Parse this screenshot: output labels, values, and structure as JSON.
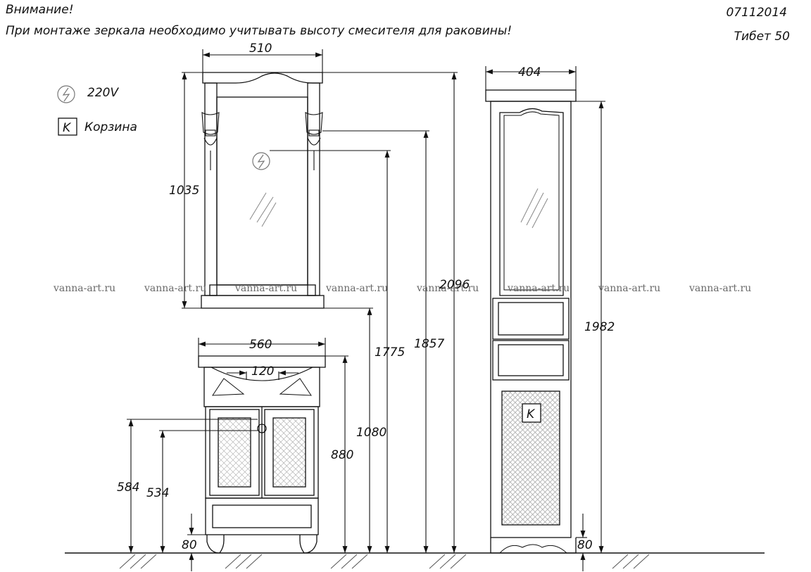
{
  "header": {
    "warning_title": "Внимание!",
    "warning_text": "При монтаже зеркала необходимо учитывать высоту смесителя для раковины!",
    "doc_code": "07112014",
    "model": "Тибет  50"
  },
  "legend": [
    {
      "icon": "power-outlet-icon",
      "label": "220V"
    },
    {
      "icon": "basket-icon",
      "symbol": "K",
      "label": "Корзина"
    }
  ],
  "watermark": "vanna-art.ru",
  "dimensions": {
    "mirror_width": "510",
    "mirror_height": "1035",
    "mirror_top": "2096",
    "lamp_height": "1857",
    "outlet_height": "1775",
    "vanity_width": "560",
    "faucet_offset": "120",
    "vanity_height": "880",
    "mirror_bottom": "1080",
    "pipe_high": "584",
    "pipe_low": "534",
    "vanity_leg": "80",
    "column_width": "404",
    "column_height": "1982",
    "column_leg": "80"
  },
  "column_basket_symbol": "K"
}
